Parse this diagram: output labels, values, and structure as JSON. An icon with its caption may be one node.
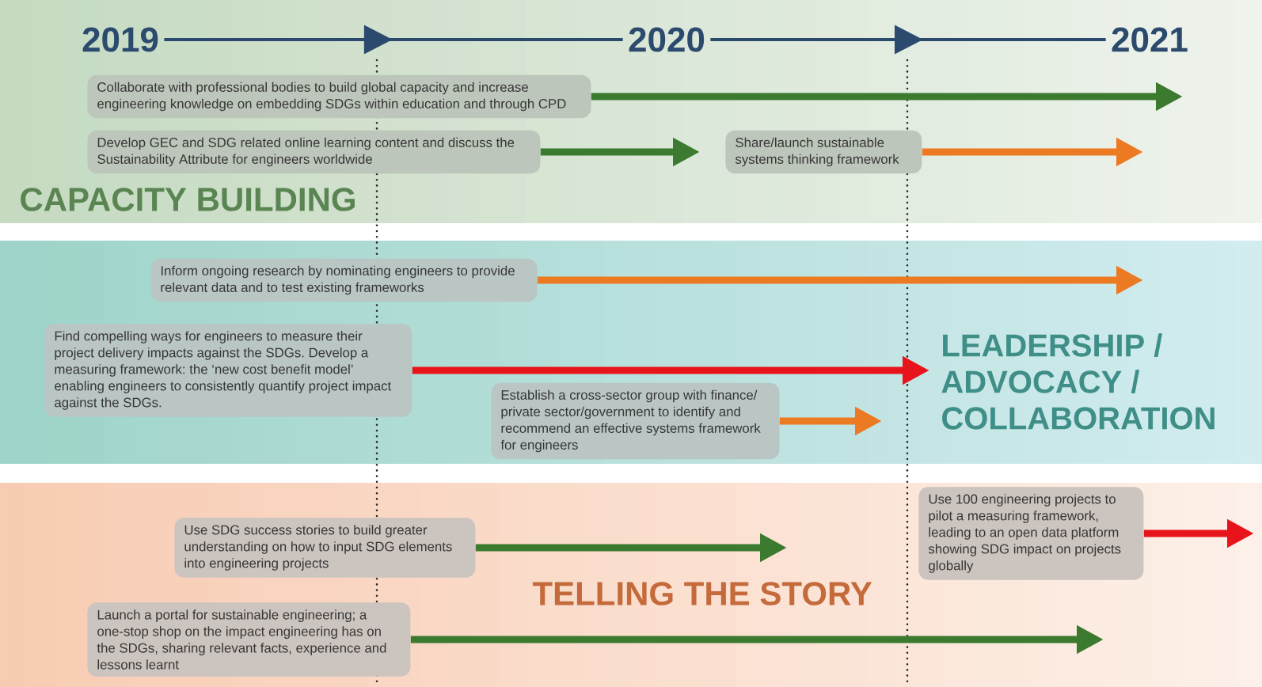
{
  "diagram": {
    "nodes": [
      {
        "text": [
          "2019"
        ]
      },
      {
        "text": [
          "2020"
        ]
      },
      {
        "text": [
          "2021"
        ]
      },
      {
        "text": [
          "CAPACITY BUILDING"
        ]
      },
      {
        "text": [
          "Collaborate with professional bodies to build global capacity and increase engineering knowledge on embedding SDGs within education and through CPD"
        ],
        "in": 3
      },
      {
        "text": [
          "Develop GEC and SDG related online learning content and discuss the Sustainability Attribute for engineers worldwide"
        ],
        "in": 3
      },
      {
        "text": [
          "Share/launch sustainable systems thinking framework"
        ],
        "in": 3
      },
      {
        "text": [
          "LEADERSHIP / ADVOCACY / COLLABORATION"
        ]
      },
      {
        "text": [
          "Inform ongoing research by nominating engineers to provide relevant data and to test existing frameworks"
        ],
        "in": 7
      },
      {
        "text": [
          "Find compelling ways for engineers to measure their project delivery impacts against the SDGs. Develop a measuring framework: the ‘new cost benefit model’ enabling engineers to consistently quantify project impact against the SDGs."
        ],
        "in": 7
      },
      {
        "text": [
          "Establish a cross-sector group with finance/ private sector/government to identify and recommend an effective systems framework for engineers"
        ],
        "in": 7
      },
      {
        "text": [
          "TELLING THE STORY"
        ]
      },
      {
        "text": [
          "Use SDG success stories to build greater understanding on how to input SDG elements into engineering projects"
        ],
        "in": 11
      },
      {
        "text": [
          "Use 100 engineering projects to pilot a measuring framework, leading to an open data platform showing SDG impact on projects globally"
        ],
        "in": 11
      },
      {
        "text": [
          "Launch a portal for sustainable engineering; a one-stop shop on the impact engineering has on the SDGs, sharing relevant facts, experience and lessons learnt"
        ],
        "in": 11
      }
    ],
    "edges": [
      {
        "from": 0,
        "to": 1,
        "arrow": "to",
        "color": "#2b4a6e"
      },
      {
        "from": 1,
        "to": 2,
        "arrow": "to",
        "color": "#2b4a6e"
      },
      {
        "from": 4,
        "to": null,
        "arrow": "to"
      },
      {
        "from": 5,
        "to": null,
        "arrow": "to"
      },
      {
        "from": 6,
        "to": null,
        "arrow": "to",
        "color": "#ec7a23"
      },
      {
        "from": 8,
        "to": null,
        "arrow": "to",
        "color": "#ec7a23"
      },
      {
        "from": 9,
        "to": null,
        "arrow": "to",
        "color": "#e8141b"
      },
      {
        "from": 10,
        "to": null,
        "arrow": "to",
        "color": "#ec7a23"
      },
      {
        "from": 12,
        "to": null,
        "arrow": "to"
      },
      {
        "from": 13,
        "to": null,
        "arrow": "to",
        "color": "#e8141b"
      },
      {
        "from": 14,
        "to": null,
        "arrow": "to"
      }
    ]
  }
}
